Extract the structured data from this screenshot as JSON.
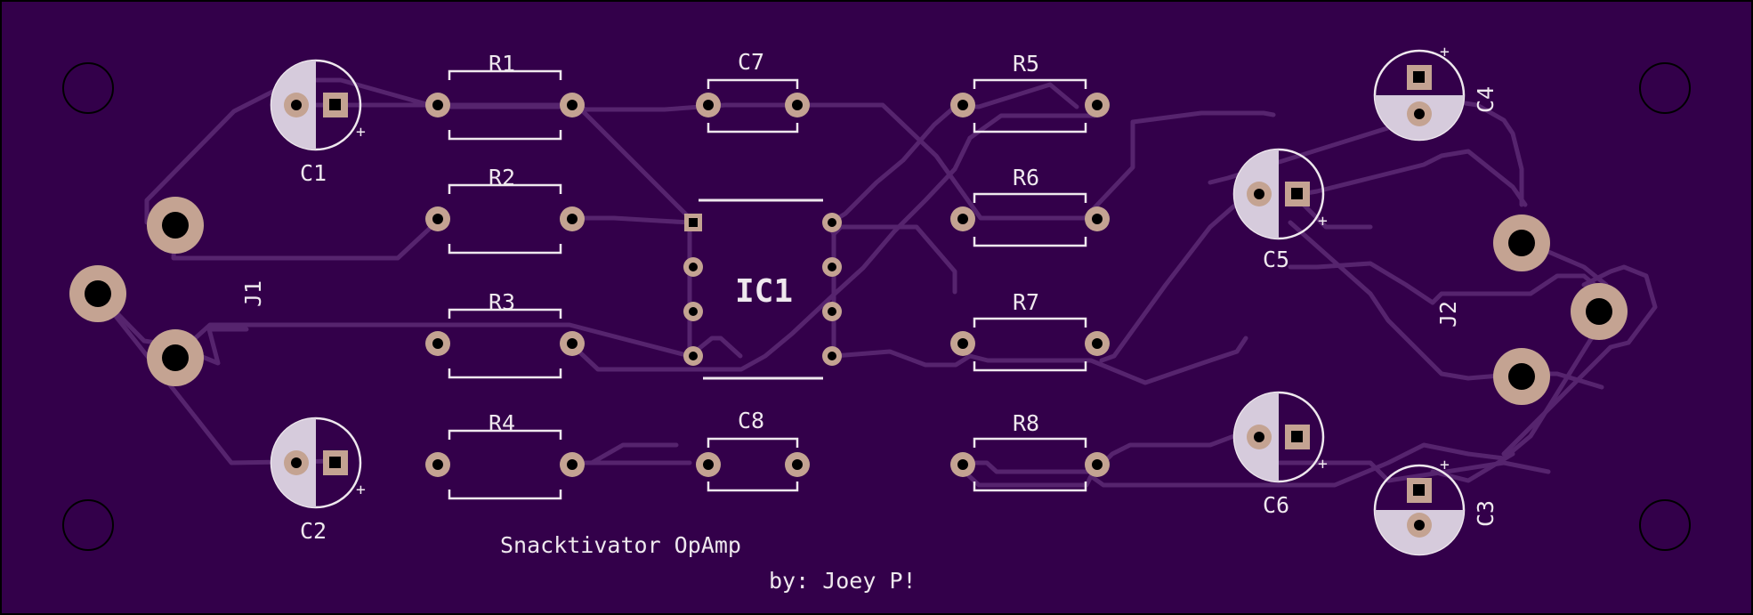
{
  "board": {
    "colors": {
      "board": "#33004a",
      "trace": "#56246e",
      "silkscreen": "#efe8ee",
      "pad": "#c4a392",
      "drill": "#000000",
      "outline": "#000000"
    },
    "component_labels": {
      "C1": "C1",
      "C2": "C2",
      "C3": "C3",
      "C4": "C4",
      "C5": "C5",
      "C6": "C6",
      "C7": "C7",
      "C8": "C8",
      "R1": "R1",
      "R2": "R2",
      "R3": "R3",
      "R4": "R4",
      "R5": "R5",
      "R6": "R6",
      "R7": "R7",
      "R8": "R8",
      "IC1": "IC1",
      "J1": "J1",
      "J2": "J2"
    },
    "polarity_mark": "+",
    "silk_title": "Snacktivator OpAmp",
    "silk_author": "by: Joey P!"
  }
}
